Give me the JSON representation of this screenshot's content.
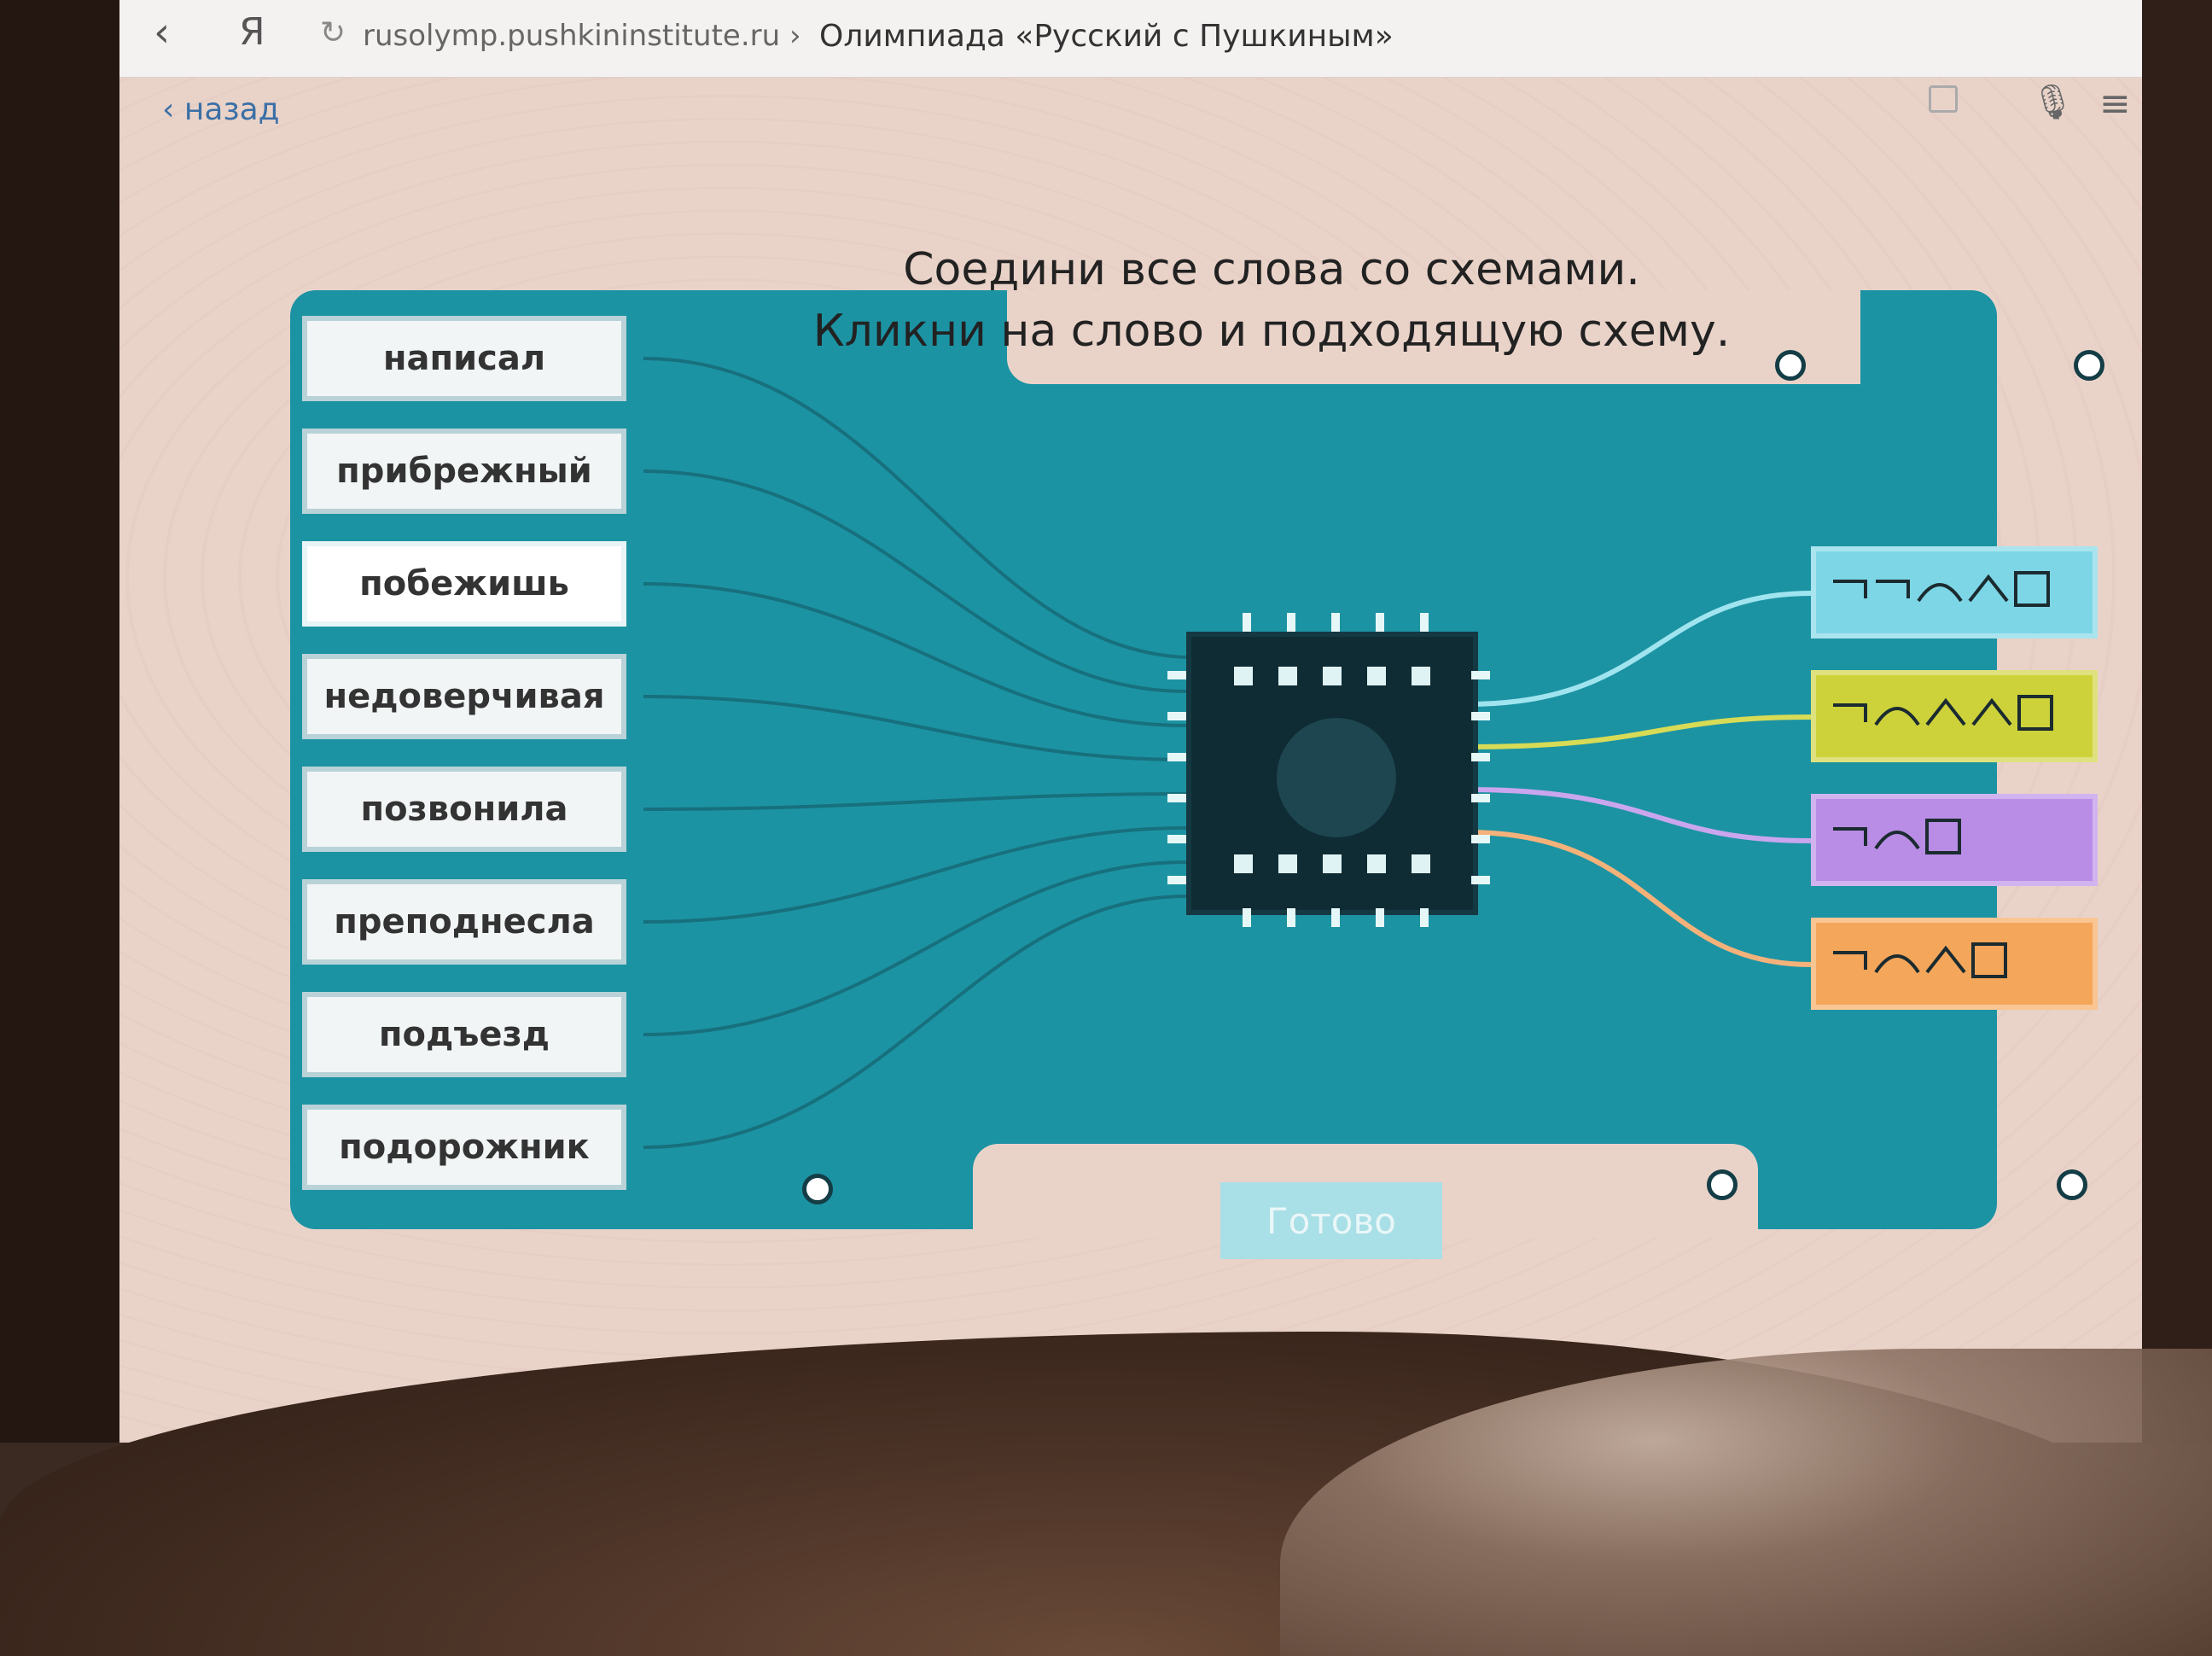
{
  "browser": {
    "url_domain": "rusolymp.pushkininstitute.ru ›",
    "page_title": "Олимпиада «Русский с Пушкиным»"
  },
  "nav": {
    "back_label": "назад"
  },
  "task": {
    "line1": "Соедини все слова со схемами.",
    "line2": "Кликни на слово и подходящую схему."
  },
  "words": [
    {
      "label": "написал"
    },
    {
      "label": "прибрежный"
    },
    {
      "label": "побежишь",
      "selected": true
    },
    {
      "label": "недоверчивая"
    },
    {
      "label": "позвонила"
    },
    {
      "label": "преподнесла"
    },
    {
      "label": "подъезд"
    },
    {
      "label": "подорожник"
    }
  ],
  "schemes": [
    {
      "color": "#7dd6e6",
      "parts": [
        "prefix",
        "prefix",
        "root",
        "suffix",
        "ending"
      ]
    },
    {
      "color": "#cdd23a",
      "parts": [
        "prefix",
        "root",
        "suffix",
        "suffix",
        "ending"
      ]
    },
    {
      "color": "#b98de6",
      "parts": [
        "prefix",
        "root",
        "ending"
      ]
    },
    {
      "color": "#f4a65a",
      "parts": [
        "prefix",
        "root",
        "suffix",
        "ending"
      ]
    }
  ],
  "done_button": "Готово"
}
